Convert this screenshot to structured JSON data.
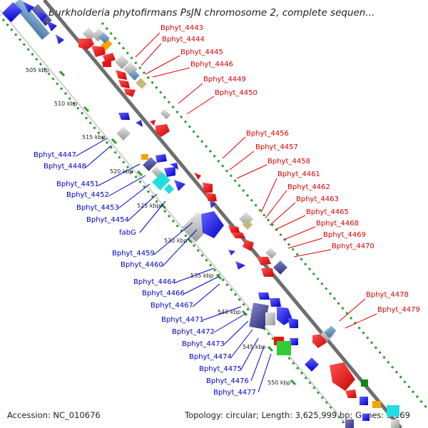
{
  "title": "Burkholderia phytofirmans PsJN chromosome 2, complete sequen...",
  "footer": {
    "accession": "Accession: NC_010676",
    "topology": "Topology: circular; Length: 3,625,999 bp; Genes: 3,169"
  },
  "kbp_labels": [
    "505 kbp",
    "510 kbp",
    "515 kbp",
    "520 kbp",
    "525 kbp",
    "530 kbp",
    "535 kbp",
    "540 kbp",
    "545 kbp",
    "550 kbp"
  ],
  "red_gene_labels": [
    "Bphyt_4443",
    "Bphyt_4444",
    "Bphyt_4445",
    "Bphyt_4446",
    "Bphyt_4449",
    "Bphyt_4450",
    "Bphyt_4456",
    "Bphyt_4457",
    "Bphyt_4458",
    "Bphyt_4461",
    "Bphyt_4462",
    "Bphyt_4463",
    "Bphyt_4465",
    "Bphyt_4468",
    "Bphyt_4469",
    "Bphyt_4470",
    "Bphyt_4478",
    "Bphyt_4479"
  ],
  "blue_gene_labels": [
    "Bphyt_4447",
    "Bphyt_4448",
    "Bphyt_4451",
    "Bphyt_4452",
    "Bphyt_4453",
    "Bphyt_4454",
    "fabG",
    "Bphyt_4459",
    "Bphyt_4460",
    "Bphyt_4464",
    "Bphyt_4466",
    "Bphyt_4467",
    "Bphyt_4471",
    "Bphyt_4472",
    "Bphyt_4473",
    "Bphyt_4474",
    "Bphyt_4475",
    "Bphyt_4476",
    "Bphyt_4477"
  ],
  "colors": {
    "backbone": "#8c8c8c",
    "cog_ring": "#2a9a2a",
    "forward_gene": "#ee1111",
    "reverse_gene": "#1111ee",
    "label_red": "#dd0000",
    "label_blue": "#0000cc"
  }
}
